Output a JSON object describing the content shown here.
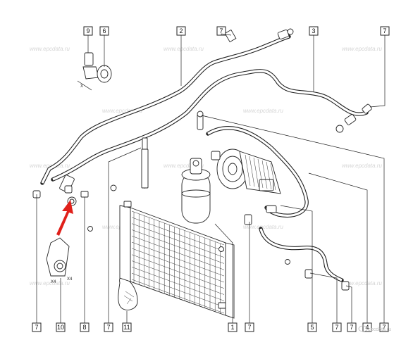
{
  "watermark": "www.epcdata.ru",
  "corner_mark": "epcdata.ru",
  "accent_color": "#e0201a",
  "callouts_top": [
    {
      "id": "c9",
      "label": "9"
    },
    {
      "id": "c6",
      "label": "6"
    },
    {
      "id": "c2",
      "label": "2"
    },
    {
      "id": "c7a",
      "label": "7"
    },
    {
      "id": "c3",
      "label": "3"
    },
    {
      "id": "c7b",
      "label": "7"
    }
  ],
  "callouts_bottom": [
    {
      "id": "b7a",
      "label": "7"
    },
    {
      "id": "b10",
      "label": "10"
    },
    {
      "id": "b8",
      "label": "8"
    },
    {
      "id": "b7b",
      "label": "7"
    },
    {
      "id": "b11",
      "label": "11"
    },
    {
      "id": "b1",
      "label": "1"
    },
    {
      "id": "b7c",
      "label": "7"
    },
    {
      "id": "b5",
      "label": "5"
    },
    {
      "id": "b7d",
      "label": "7"
    },
    {
      "id": "b7e",
      "label": "7"
    },
    {
      "id": "b4",
      "label": "4"
    },
    {
      "id": "b7f",
      "label": "7"
    }
  ],
  "part_tags": {
    "x4_left": "X4",
    "x4_right": "X4",
    "x_mark": "X"
  }
}
